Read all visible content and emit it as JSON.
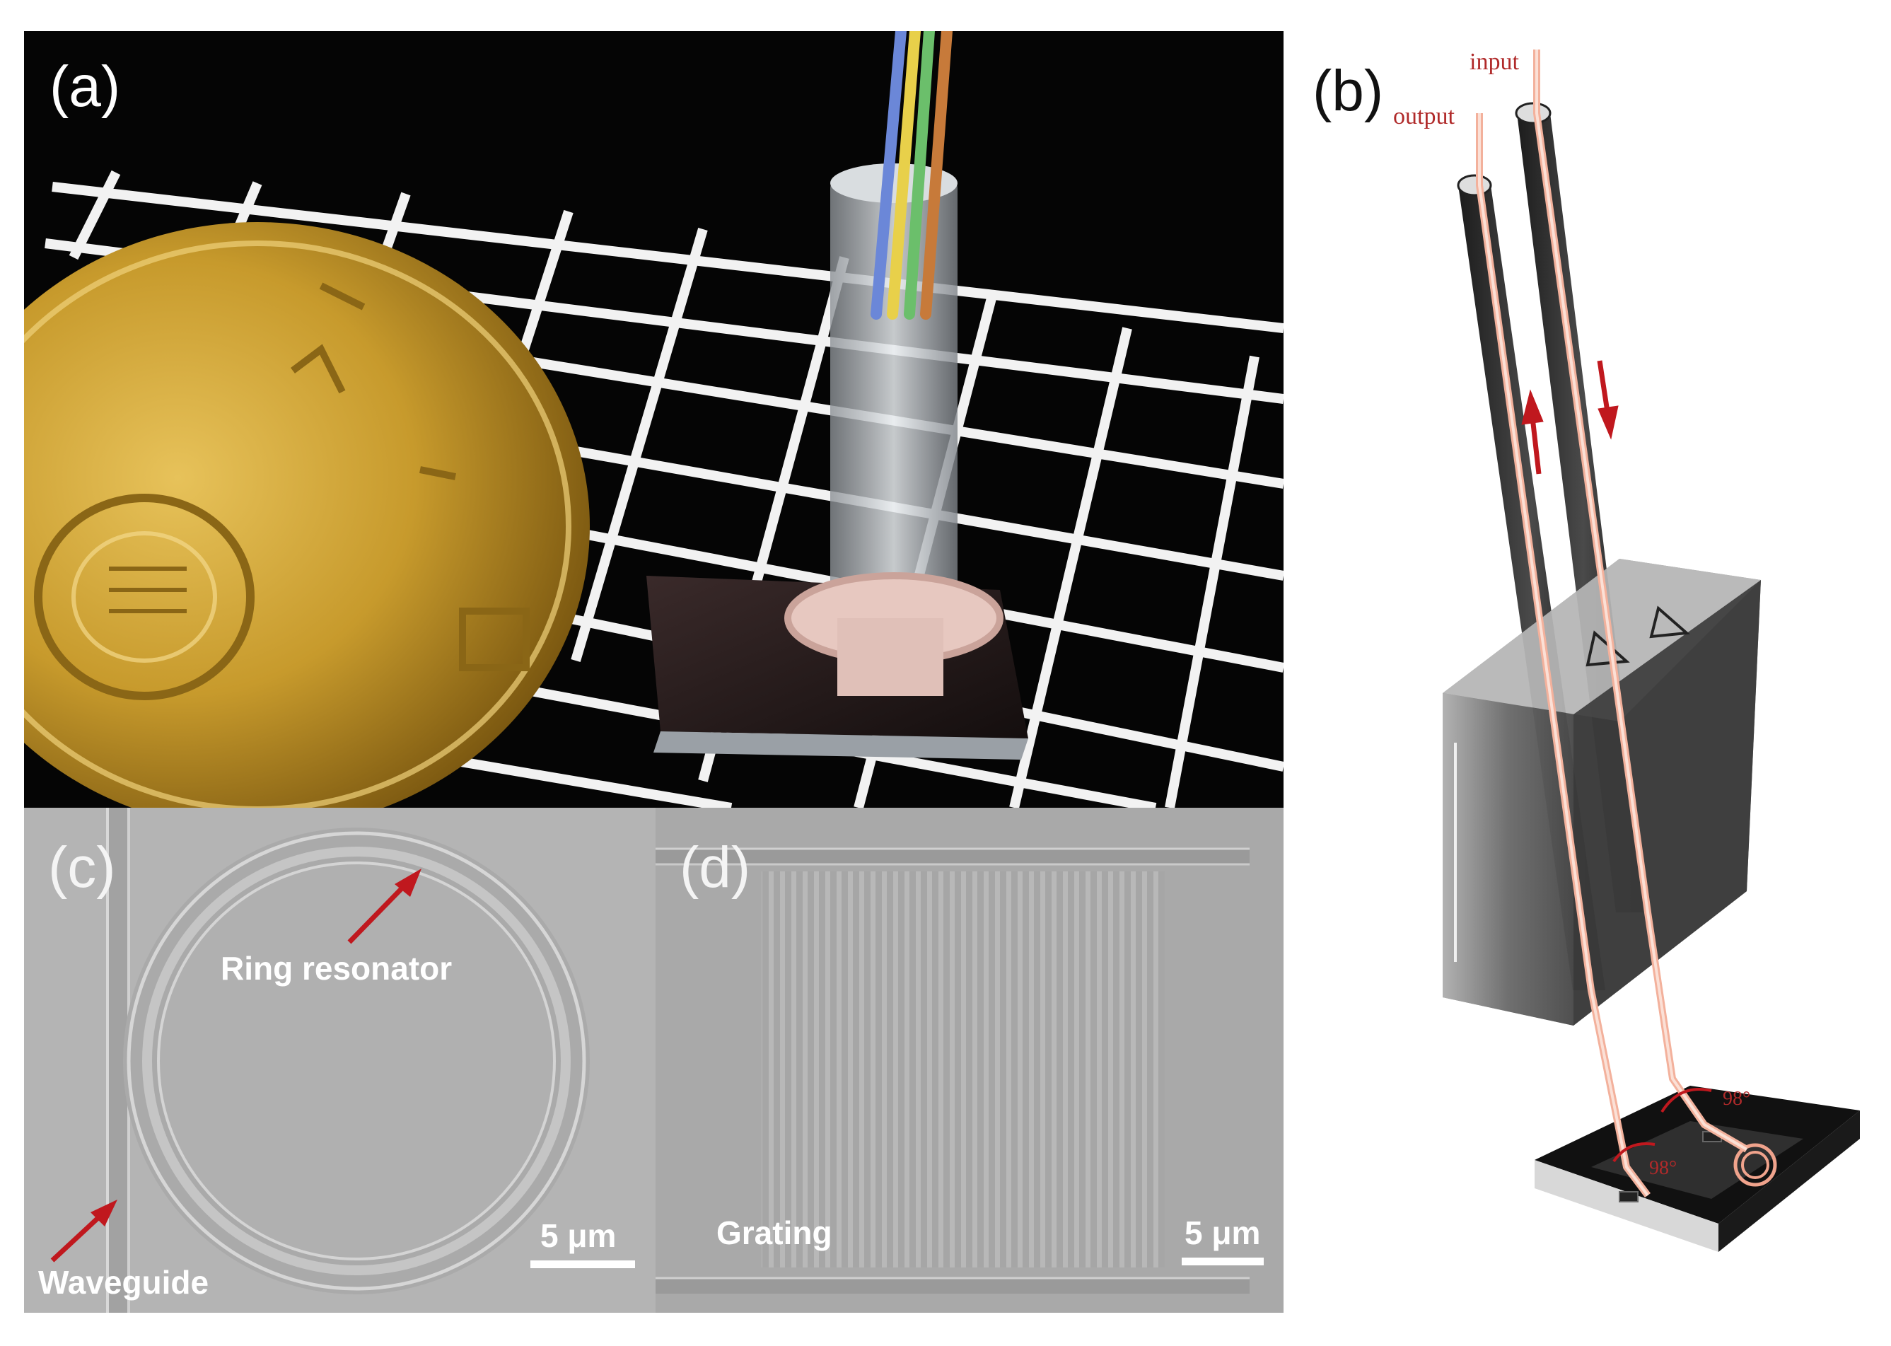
{
  "panels": {
    "a": {
      "label": "(a)"
    },
    "b": {
      "label": "(b)",
      "input_label": "input",
      "output_label": "output",
      "angle_1": "98°",
      "angle_2": "98°"
    },
    "c": {
      "label": "(c)",
      "ring_label": "Ring resonator",
      "waveguide_label": "Waveguide",
      "scale_label": "5 μm"
    },
    "d": {
      "label": "(d)",
      "grating_label": "Grating",
      "scale_label": "5 μm"
    }
  },
  "colors": {
    "annotation_red": "#c0181e",
    "coin_gold": "#c9a030",
    "sem_gray": "#b4b4b4",
    "fiber_pink": "#f0a38c"
  }
}
